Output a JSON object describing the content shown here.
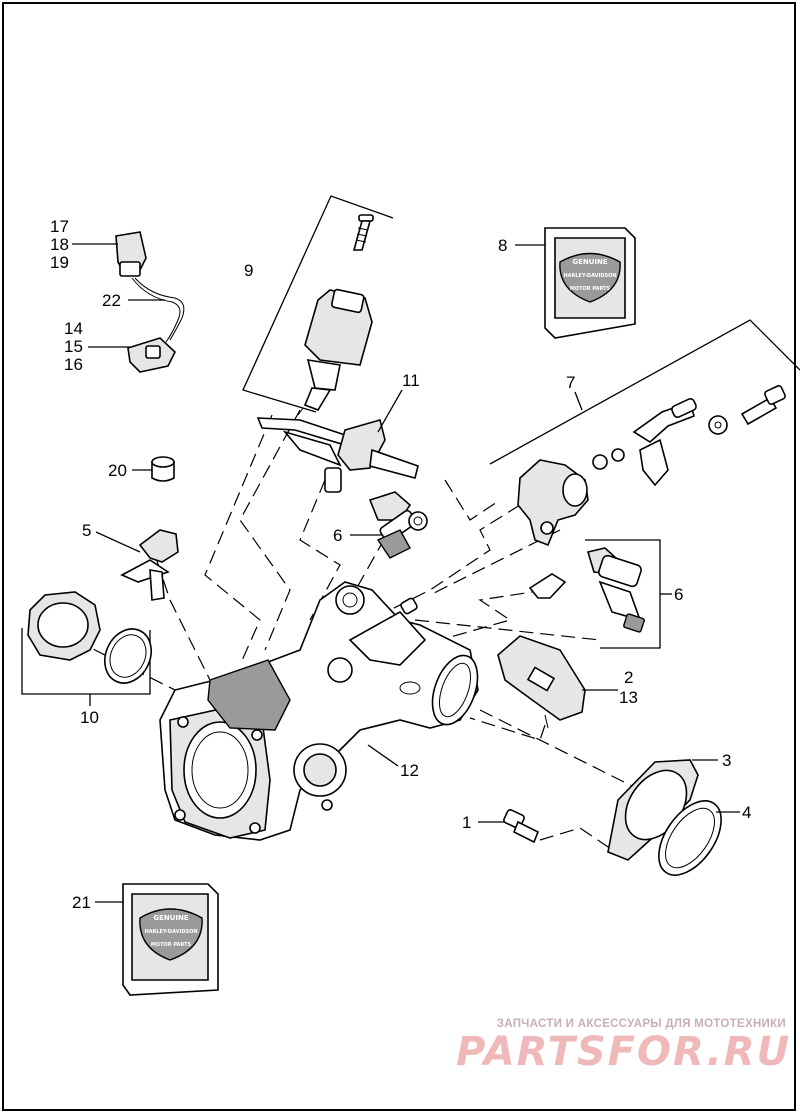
{
  "diagram": {
    "callouts": {
      "c1": "1",
      "c2": "2",
      "c3": "3",
      "c4": "4",
      "c5": "5",
      "c6a": "6",
      "c6b": "6",
      "c7": "7",
      "c8": "8",
      "c9": "9",
      "c10": "10",
      "c11": "11",
      "c12": "12",
      "c13": "13",
      "c14": "14",
      "c15": "15",
      "c16": "16",
      "c17": "17",
      "c18": "18",
      "c19": "19",
      "c20": "20",
      "c21": "21",
      "c22": "22"
    },
    "badge": {
      "line1": "GENUINE",
      "line2": "HARLEY-DAVIDSON",
      "line3": "MOTOR PARTS"
    }
  },
  "watermark": {
    "tagline": "ЗАПЧАСТИ И АКСЕССУАРЫ ДЛЯ МОТОТЕХНИКИ",
    "brand": "PARTSFOR.RU"
  },
  "colors": {
    "line": "#000000",
    "watermark_brand": "#f0b9b9",
    "watermark_tagline": "#c9b0b0"
  }
}
